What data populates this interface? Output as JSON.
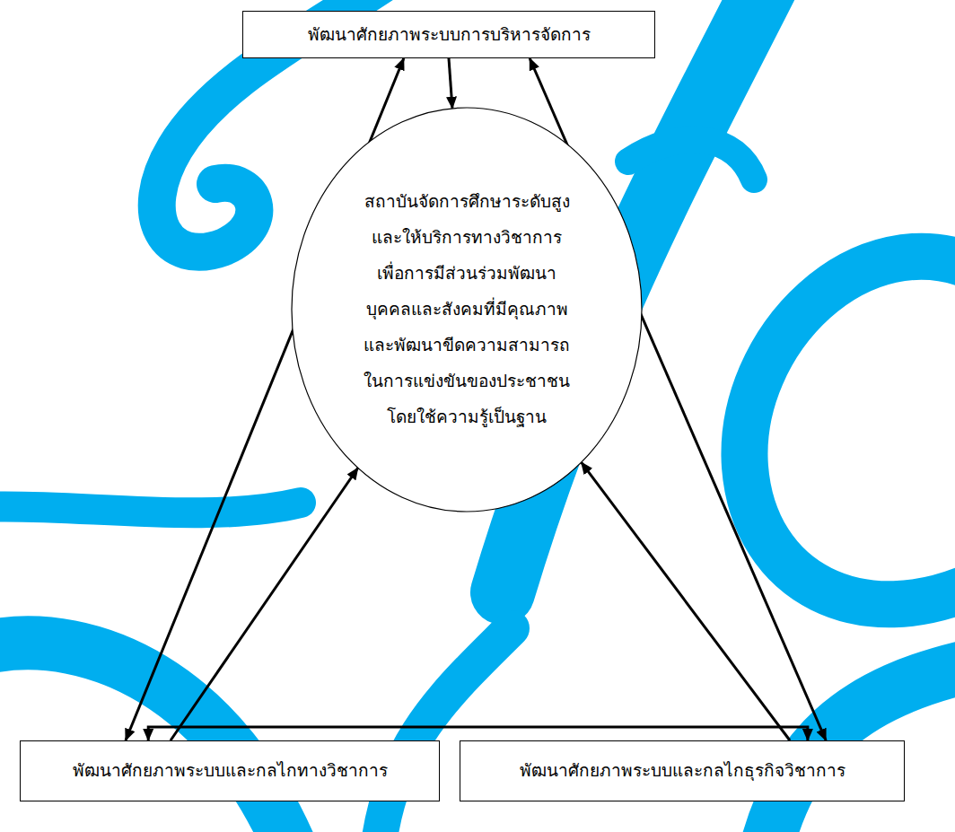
{
  "diagram": {
    "nodes": [
      {
        "text": [
          "พัฒนาศักยภาพระบบการบริหารจัดการ"
        ]
      },
      {
        "text": [
          "สถาบันจัดการศึกษาระดับสูง และให้บริการทางวิชาการ เพื่อการมีส่วนร่วมพัฒนา บุคคลและสังคมที่มีคุณภาพ และพัฒนาขีดความสามารถ ในการแข่งขันของประชาชน โดยใช้ความรู้เป็นฐาน"
        ]
      },
      {
        "text": [
          "พัฒนาศักยภาพระบบและกลไกทางวิชาการ"
        ]
      },
      {
        "text": [
          "พัฒนาศักยภาพระบบและกลไกธุรกิจวิชาการ"
        ]
      }
    ],
    "edges": [
      {
        "from": 0,
        "to": 1,
        "arrow": "to"
      },
      {
        "from": 0,
        "to": 2,
        "arrow": "both"
      },
      {
        "from": 0,
        "to": 3,
        "arrow": "both"
      },
      {
        "from": 2,
        "to": 1,
        "arrow": "to"
      },
      {
        "from": 3,
        "to": 1,
        "arrow": "to"
      },
      {
        "from": 2,
        "to": 3,
        "arrow": "both"
      }
    ]
  }
}
